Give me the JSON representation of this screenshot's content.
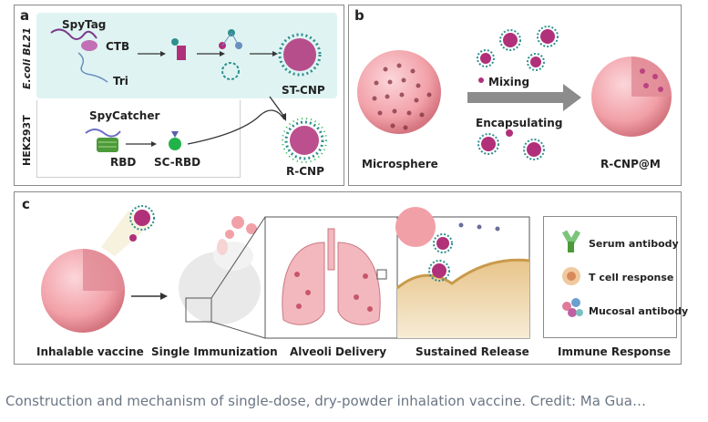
{
  "panel_a": {
    "label": "a",
    "ecoli_label": "E.coli BL21",
    "hek_label": "HEK293T",
    "spytag": "SpyTag",
    "ctb": "CTB",
    "tri": "Tri",
    "st_cnp": "ST-CNP",
    "spycatcher": "SpyCatcher",
    "rbd": "RBD",
    "sc_rbd": "SC-RBD",
    "r_cnp": "R-CNP"
  },
  "panel_b": {
    "label": "b",
    "microsphere": "Microsphere",
    "mixing": "Mixing",
    "encapsulating": "Encapsulating",
    "product": "R-CNP@M"
  },
  "panel_c": {
    "label": "c",
    "steps": [
      "Inhalable vaccine",
      "Single Immunization",
      "Alveoli Delivery",
      "Sustained Release",
      "Immune Response"
    ],
    "legend": [
      "Serum antibody",
      "T cell response",
      "Mucosal antibody"
    ]
  },
  "caption": "Construction and mechanism of single-dose, dry-powder inhalation vaccine. Credit: Ma Gua…",
  "colors": {
    "sphere": "#f2a0a8",
    "sphere_dark": "#d4757f",
    "teal_bg": "#dff4f2",
    "arrow": "#8c8c8c",
    "particle_core": "#b0307a",
    "particle_spike": "#2f8f8f",
    "green_dot": "#22b24a"
  }
}
